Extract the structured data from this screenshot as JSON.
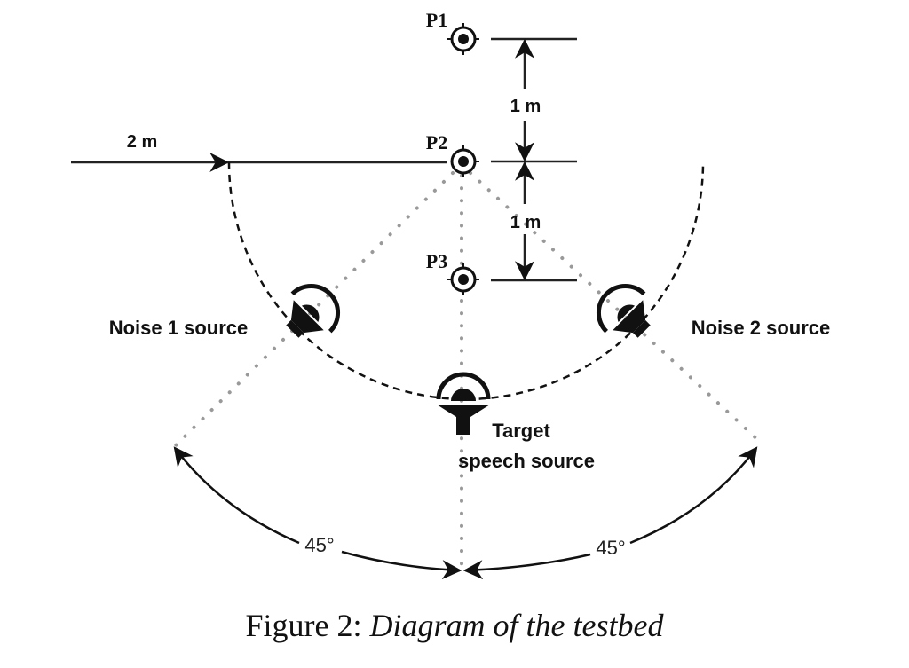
{
  "diagram": {
    "points": [
      {
        "id": "P1",
        "label": "P1"
      },
      {
        "id": "P2",
        "label": "P2"
      },
      {
        "id": "P3",
        "label": "P3"
      }
    ],
    "distances": {
      "p1_p2": "1 m",
      "p2_p3": "1 m",
      "radius": "2 m"
    },
    "sources": {
      "noise1": "Noise 1 source",
      "noise2": "Noise 2 source",
      "target_line1": "Target",
      "target_line2": "speech source"
    },
    "angles": {
      "left": "45°",
      "right": "45°"
    }
  },
  "caption": {
    "prefix": "Figure 2: ",
    "title": "Diagram of the testbed"
  }
}
